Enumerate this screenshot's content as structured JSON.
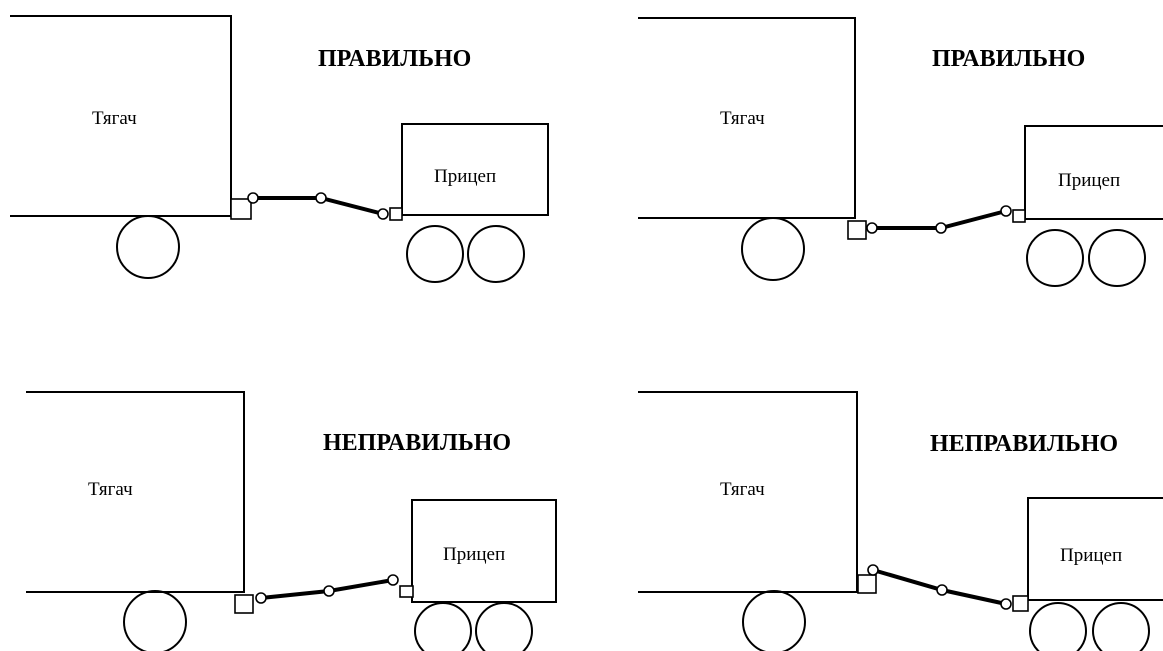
{
  "panels": [
    {
      "title": "ПРАВИЛЬНО",
      "tractor_label": "Тягач",
      "trailer_label": "Прицеп"
    },
    {
      "title": "ПРАВИЛЬНО",
      "tractor_label": "Тягач",
      "trailer_label": "Прицеп"
    },
    {
      "title": "НЕПРАВИЛЬНО",
      "tractor_label": "Тягач",
      "trailer_label": "Прицеп"
    },
    {
      "title": "НЕПРАВИЛЬНО",
      "tractor_label": "Тягач",
      "trailer_label": "Прицеп"
    }
  ]
}
